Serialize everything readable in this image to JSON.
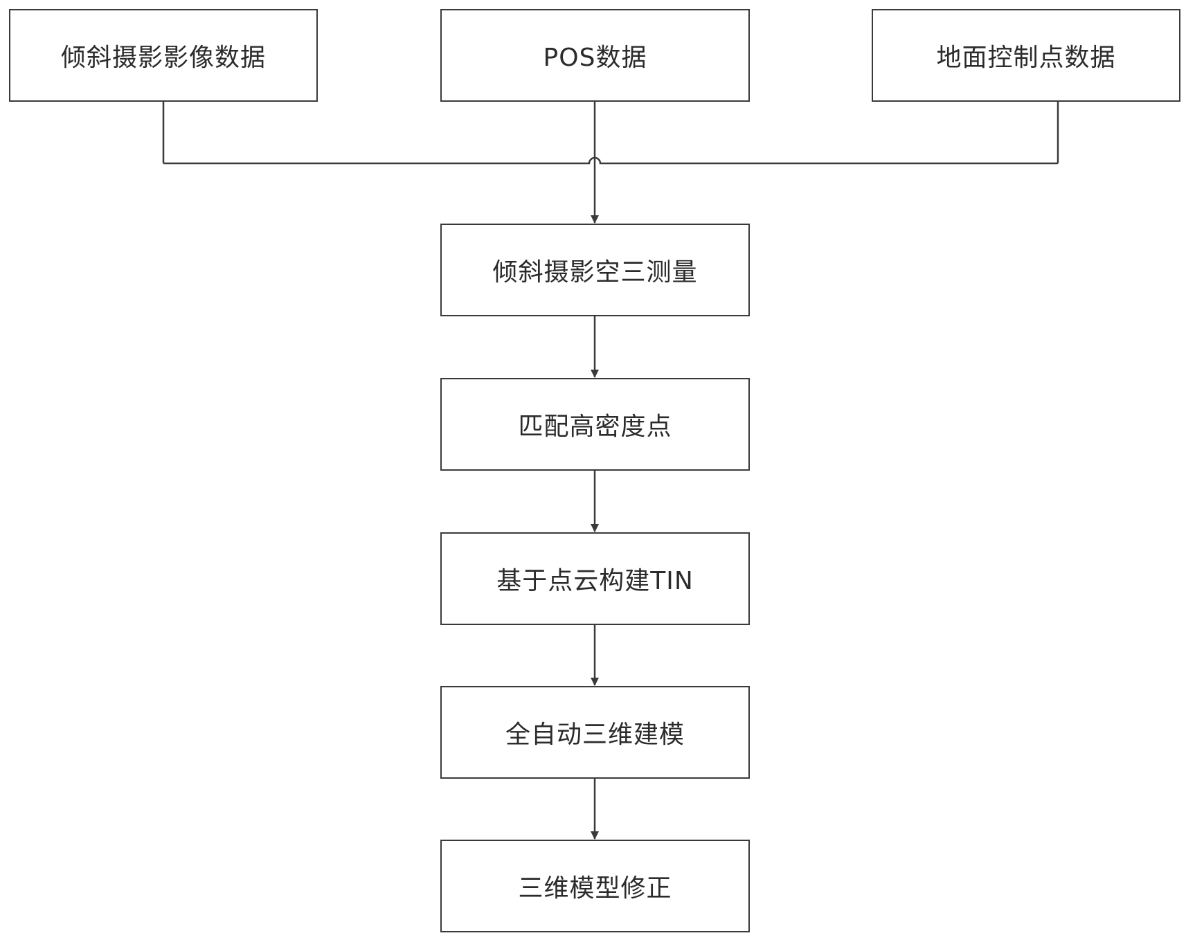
{
  "diagram": {
    "inputs": [
      {
        "id": "images",
        "label": "倾斜摄影影像数据"
      },
      {
        "id": "pos",
        "label": "POS数据"
      },
      {
        "id": "gcp",
        "label": "地面控制点数据"
      }
    ],
    "steps": [
      {
        "id": "aerial",
        "label": "倾斜摄影空三测量"
      },
      {
        "id": "match",
        "label": "匹配高密度点"
      },
      {
        "id": "tin",
        "label": "基于点云构建TIN"
      },
      {
        "id": "model",
        "label": "全自动三维建模"
      },
      {
        "id": "fix",
        "label": "三维模型修正"
      }
    ],
    "edges": [
      {
        "from": "images",
        "to": "aerial"
      },
      {
        "from": "pos",
        "to": "aerial"
      },
      {
        "from": "gcp",
        "to": "aerial"
      },
      {
        "from": "aerial",
        "to": "match"
      },
      {
        "from": "match",
        "to": "tin"
      },
      {
        "from": "tin",
        "to": "model"
      },
      {
        "from": "model",
        "to": "fix"
      }
    ],
    "colors": {
      "stroke": "#3a3a3a",
      "text": "#2b2b2b",
      "background": "#ffffff"
    }
  }
}
